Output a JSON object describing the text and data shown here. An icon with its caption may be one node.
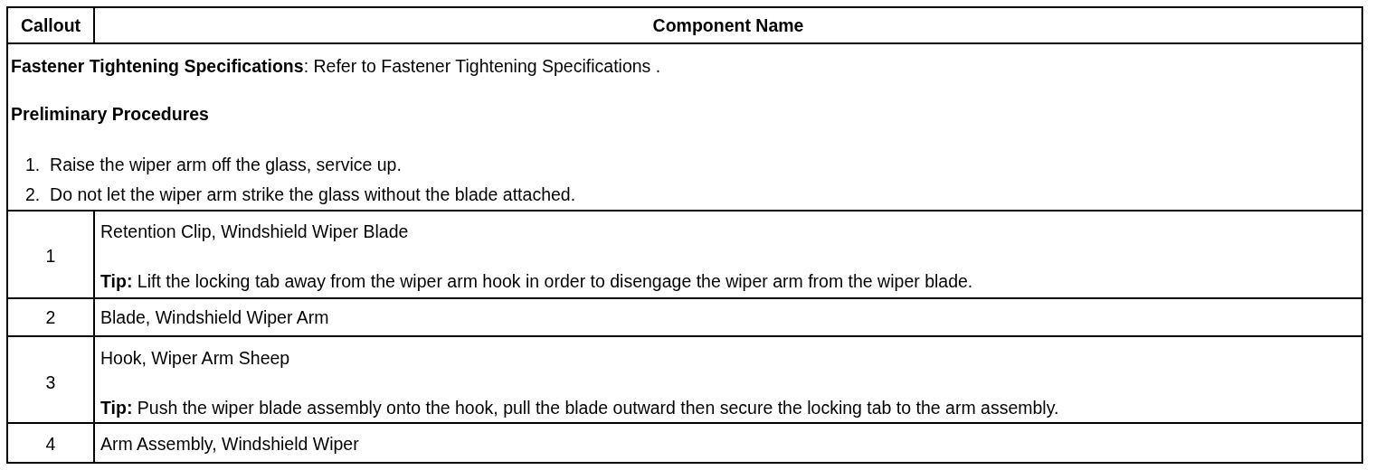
{
  "diagram": {
    "labels": [
      "Callout",
      "Component Name",
      "**Fastener Tightening Specifications**: Refer to Fastener Tightening Specifications .",
      "Preliminary Procedures",
      "1.  Raise the wiper arm off the glass, service up.",
      "2.  Do not let the wiper arm strike the glass without the blade attached.",
      "1",
      "Retention Clip, Windshield Wiper Blade",
      "**Tip:** Lift the locking tab away from the wiper arm hook in order to disengage the wiper arm from the wiper blade.",
      "2",
      "Blade, Windshield Wiper Arm",
      "3",
      "Hook, Wiper Arm Sheep",
      "**Tip:** Push the wiper blade assembly onto the hook, pull the blade outward then secure the locking tab to the arm assembly.",
      "4",
      "Arm Assembly, Windshield Wiper"
    ]
  }
}
